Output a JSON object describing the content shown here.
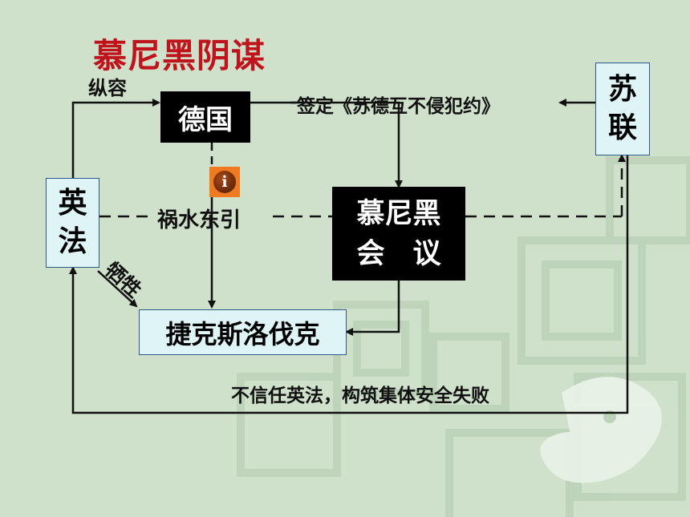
{
  "title": "慕尼黑阴谋",
  "nodes": {
    "germany": "德国",
    "ussr": [
      "苏",
      "联"
    ],
    "uk_france": [
      "英",
      "法"
    ],
    "munich": [
      "慕尼黑",
      "会　议"
    ],
    "czech": "捷克斯洛伐克"
  },
  "labels": {
    "connive": "纵容",
    "pact": "签定《苏德互不侵犯约》",
    "divert": "祸水东引",
    "sacrifice": "牺牲",
    "distrust": "不信任英法，构筑集体安全失败"
  },
  "icons": {
    "info": "i"
  },
  "colors": {
    "title": "#c0141c",
    "background": "#cfe0cb",
    "info_icon": "#f07a20"
  }
}
